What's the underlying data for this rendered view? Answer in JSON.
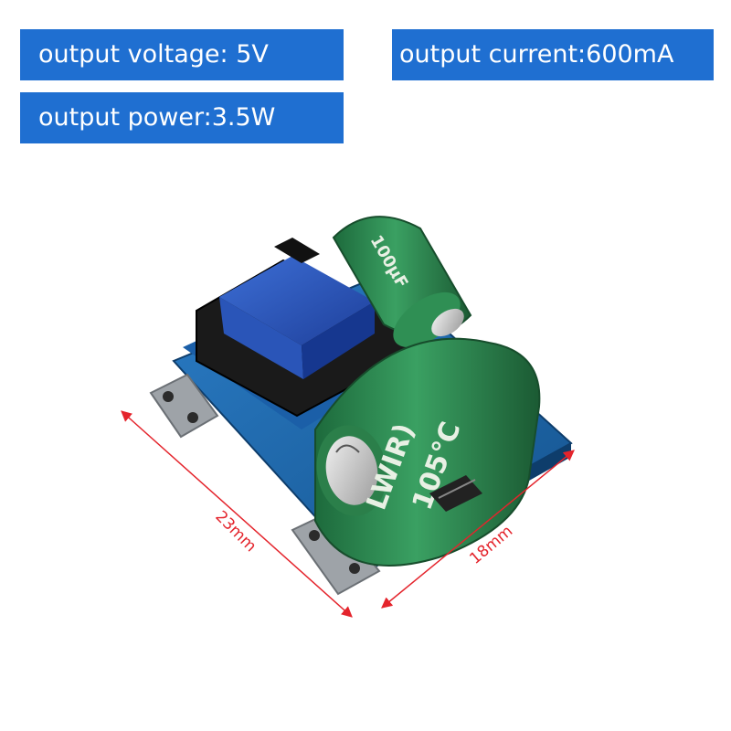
{
  "specs": {
    "voltage": "output voltage: 5V",
    "current": "output current:600mA",
    "power": "output power:3.5W"
  },
  "dimensions": {
    "length": "23mm",
    "width": "18mm"
  },
  "capacitor_markings": {
    "large_brand": "LWIR)",
    "large_temp": "105°C",
    "small_marking": "100μF"
  },
  "colors": {
    "badge": "#1f6fd1",
    "dimension_lines": "#e4242c",
    "pcb": "#1e6ab0",
    "transformer_coil": "#2a55b8",
    "capacitor": "#2f8f54"
  }
}
